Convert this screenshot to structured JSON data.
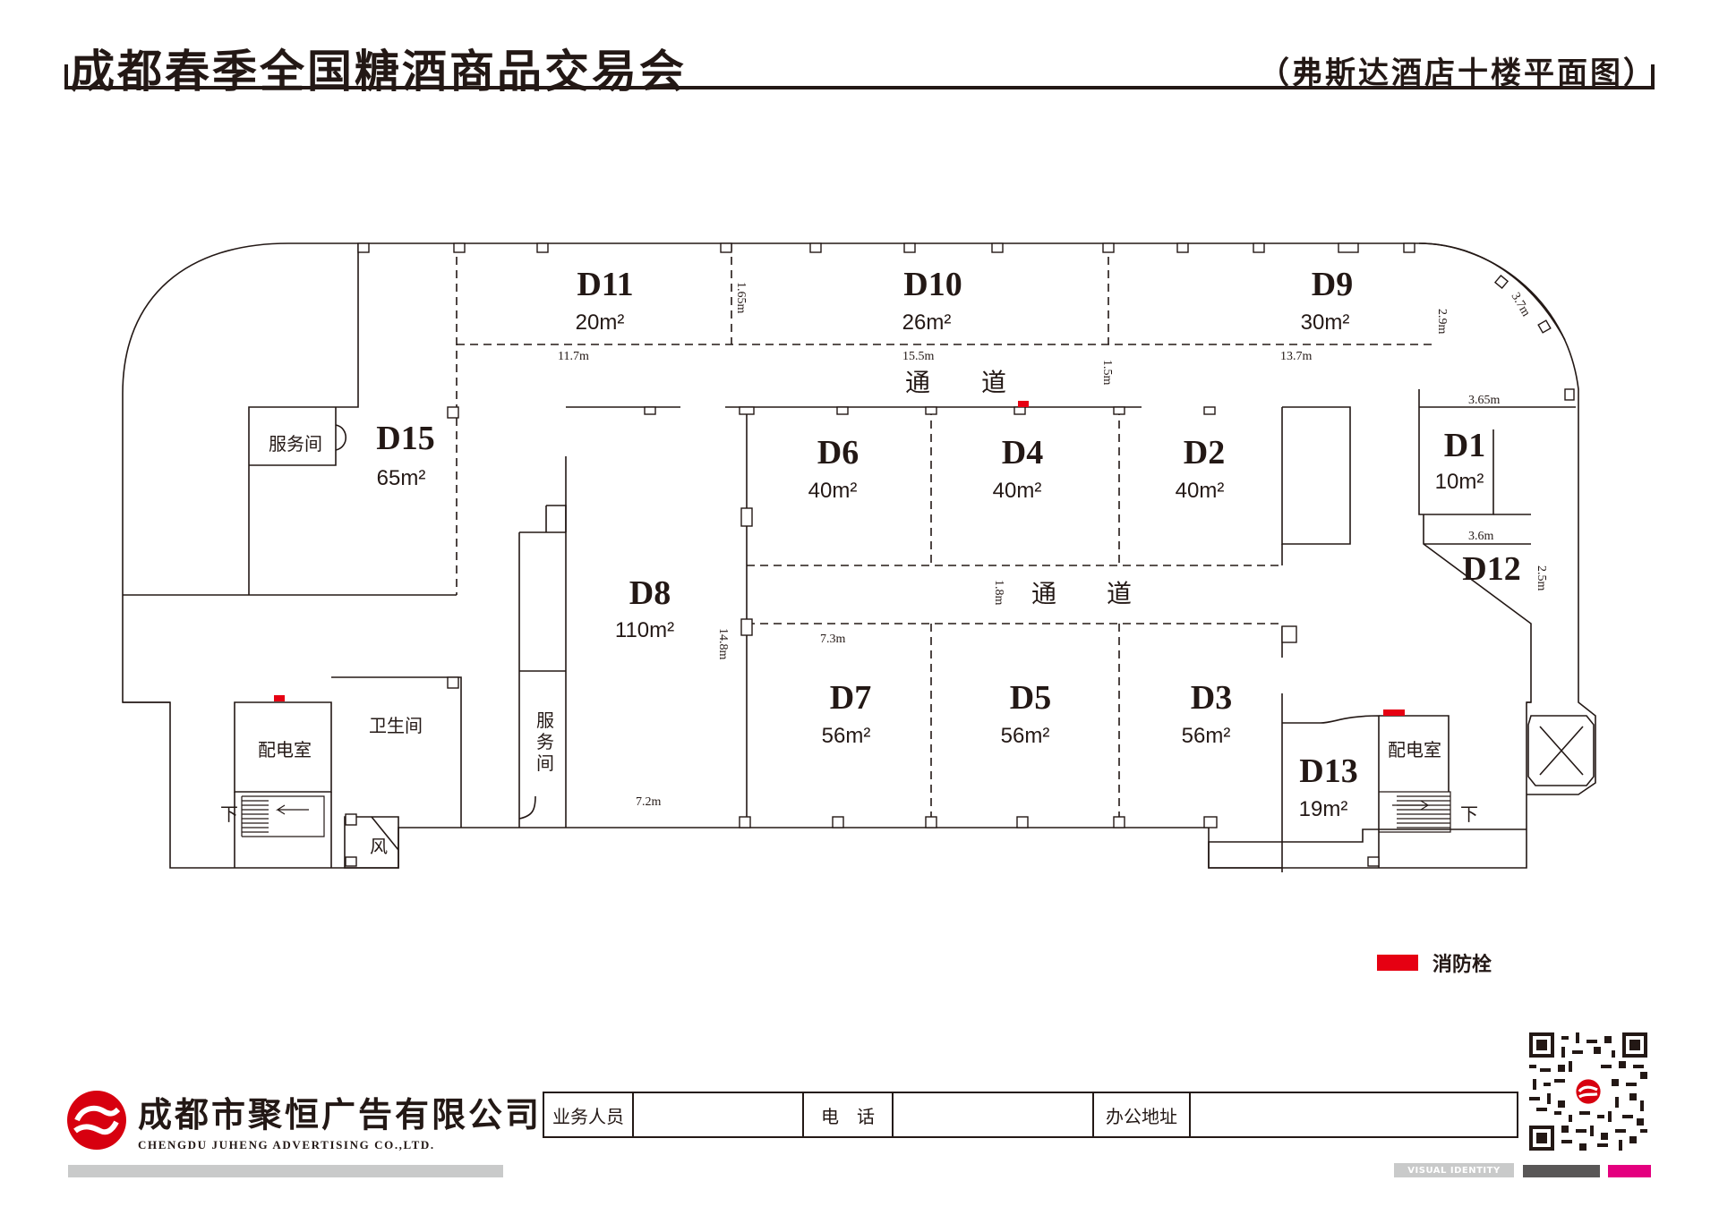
{
  "title": "成都春季全国糖酒商品交易会",
  "subtitle": "（弗斯达酒店十楼平面图）",
  "booths": [
    {
      "id": "D11",
      "area": "20m²"
    },
    {
      "id": "D10",
      "area": "26m²"
    },
    {
      "id": "D9",
      "area": "30m²"
    },
    {
      "id": "D15",
      "area": "65m²"
    },
    {
      "id": "D6",
      "area": "40m²"
    },
    {
      "id": "D4",
      "area": "40m²"
    },
    {
      "id": "D2",
      "area": "40m²"
    },
    {
      "id": "D1",
      "area": "10m²"
    },
    {
      "id": "D12",
      "area": ""
    },
    {
      "id": "D8",
      "area": "110m²"
    },
    {
      "id": "D7",
      "area": "56m²"
    },
    {
      "id": "D5",
      "area": "56m²"
    },
    {
      "id": "D3",
      "area": "56m²"
    },
    {
      "id": "D13",
      "area": "19m²"
    }
  ],
  "dimensions": [
    "1.65m",
    "2.9m",
    "3.7m",
    "11.7m",
    "15.5m",
    "13.7m",
    "1.5m",
    "3.65m",
    "3.6m",
    "2.5m",
    "1.8m",
    "14.8m",
    "7.3m",
    "7.2m"
  ],
  "rooms": {
    "service_left": "服务间",
    "service_mid": [
      "服",
      "务",
      "间"
    ],
    "power_left": "配电室",
    "toilet": "卫生间",
    "wind": "风",
    "down_left": "下",
    "power_right": "配电室",
    "down_right": "下"
  },
  "aisle_top": [
    "通",
    "道"
  ],
  "aisle_mid": [
    "通",
    "道"
  ],
  "legend": {
    "label": "消防栓",
    "color": "#e60012"
  },
  "company": {
    "name_cn": "成都市聚恒广告有限公司",
    "name_en": "CHENGDU JUHENG ADVERTISING CO.,LTD."
  },
  "contact": {
    "staff_label": "业务人员",
    "phone_label": "电　话",
    "address_label": "办公地址"
  },
  "footer": {
    "visual_identity": "VISUAL IDENTITY",
    "bar_gray": "#c9caca",
    "bar_dark": "#595757",
    "bar_magenta": "#e4007f"
  },
  "colors": {
    "line": "#231815",
    "hydrant": "#e60012",
    "logo": "#d7000f"
  }
}
